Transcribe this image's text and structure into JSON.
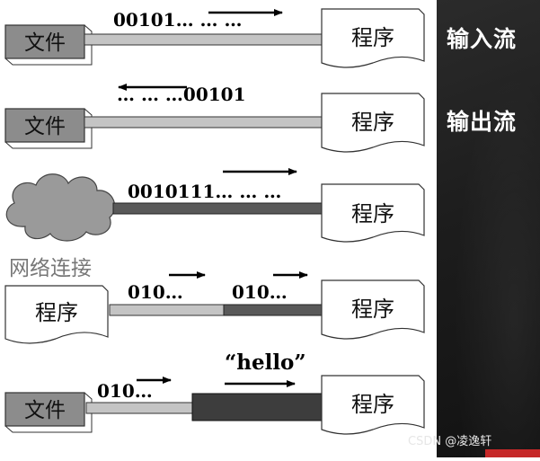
{
  "side_labels": {
    "input_stream": "输入流",
    "output_stream": "输出流"
  },
  "rows": [
    {
      "left": "文件",
      "right": "程序",
      "bits": "00101… … …"
    },
    {
      "left": "文件",
      "right": "程序",
      "bits": "… … …00101"
    },
    {
      "left_caption": "网络连接",
      "right": "程序",
      "bits": "0010111… … …"
    },
    {
      "left": "程序",
      "right": "程序",
      "bits_a": "010…",
      "bits_b": "010…"
    },
    {
      "left": "文件",
      "right": "程序",
      "bits": "010…",
      "hello": "“hello”"
    }
  ],
  "watermark": "CSDN @凌逸轩",
  "colors": {
    "file_box": "#8c8c8c",
    "pipe_light": "#c4c4c4",
    "pipe_dark": "#595959",
    "pipe_darker": "#3d3d3d"
  }
}
